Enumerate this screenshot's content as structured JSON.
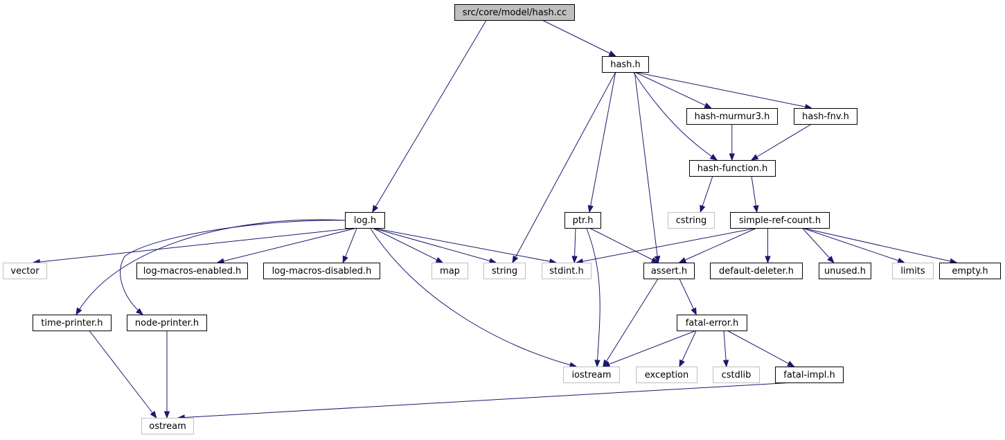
{
  "diagram": {
    "nodes": [
      {
        "id": "hash_cc",
        "label": "src/core/model/hash.cc",
        "kind": "root"
      },
      {
        "id": "hash_h",
        "label": "hash.h",
        "kind": "project"
      },
      {
        "id": "log_h",
        "label": "log.h",
        "kind": "project"
      },
      {
        "id": "hash_murmur3_h",
        "label": "hash-murmur3.h",
        "kind": "project"
      },
      {
        "id": "hash_fnv_h",
        "label": "hash-fnv.h",
        "kind": "project"
      },
      {
        "id": "hash_function_h",
        "label": "hash-function.h",
        "kind": "project"
      },
      {
        "id": "cstring",
        "label": "cstring",
        "kind": "external"
      },
      {
        "id": "simple_ref_count_h",
        "label": "simple-ref-count.h",
        "kind": "project"
      },
      {
        "id": "ptr_h",
        "label": "ptr.h",
        "kind": "project"
      },
      {
        "id": "vector",
        "label": "vector",
        "kind": "external"
      },
      {
        "id": "log_macros_enabled_h",
        "label": "log-macros-enabled.h",
        "kind": "project"
      },
      {
        "id": "log_macros_disabled_h",
        "label": "log-macros-disabled.h",
        "kind": "project"
      },
      {
        "id": "map",
        "label": "map",
        "kind": "external"
      },
      {
        "id": "string",
        "label": "string",
        "kind": "external"
      },
      {
        "id": "stdint_h",
        "label": "stdint.h",
        "kind": "external"
      },
      {
        "id": "assert_h",
        "label": "assert.h",
        "kind": "project"
      },
      {
        "id": "default_deleter_h",
        "label": "default-deleter.h",
        "kind": "project"
      },
      {
        "id": "unused_h",
        "label": "unused.h",
        "kind": "project"
      },
      {
        "id": "limits",
        "label": "limits",
        "kind": "external"
      },
      {
        "id": "empty_h",
        "label": "empty.h",
        "kind": "project"
      },
      {
        "id": "time_printer_h",
        "label": "time-printer.h",
        "kind": "project"
      },
      {
        "id": "node_printer_h",
        "label": "node-printer.h",
        "kind": "project"
      },
      {
        "id": "fatal_error_h",
        "label": "fatal-error.h",
        "kind": "project"
      },
      {
        "id": "iostream",
        "label": "iostream",
        "kind": "external"
      },
      {
        "id": "exception",
        "label": "exception",
        "kind": "external"
      },
      {
        "id": "cstdlib",
        "label": "cstdlib",
        "kind": "external"
      },
      {
        "id": "fatal_impl_h",
        "label": "fatal-impl.h",
        "kind": "project"
      },
      {
        "id": "ostream",
        "label": "ostream",
        "kind": "external"
      }
    ],
    "edges": [
      {
        "from": "hash_cc",
        "to": "hash_h"
      },
      {
        "from": "hash_cc",
        "to": "log_h"
      },
      {
        "from": "hash_h",
        "to": "hash_murmur3_h"
      },
      {
        "from": "hash_h",
        "to": "hash_fnv_h"
      },
      {
        "from": "hash_h",
        "to": "hash_function_h"
      },
      {
        "from": "hash_h",
        "to": "string"
      },
      {
        "from": "hash_h",
        "to": "ptr_h"
      },
      {
        "from": "hash_h",
        "to": "assert_h"
      },
      {
        "from": "hash_murmur3_h",
        "to": "hash_function_h"
      },
      {
        "from": "hash_fnv_h",
        "to": "hash_function_h"
      },
      {
        "from": "hash_function_h",
        "to": "cstring"
      },
      {
        "from": "hash_function_h",
        "to": "simple_ref_count_h"
      },
      {
        "from": "simple_ref_count_h",
        "to": "stdint_h"
      },
      {
        "from": "simple_ref_count_h",
        "to": "assert_h"
      },
      {
        "from": "simple_ref_count_h",
        "to": "default_deleter_h"
      },
      {
        "from": "simple_ref_count_h",
        "to": "unused_h"
      },
      {
        "from": "simple_ref_count_h",
        "to": "limits"
      },
      {
        "from": "simple_ref_count_h",
        "to": "empty_h"
      },
      {
        "from": "ptr_h",
        "to": "stdint_h"
      },
      {
        "from": "ptr_h",
        "to": "assert_h"
      },
      {
        "from": "ptr_h",
        "to": "iostream"
      },
      {
        "from": "log_h",
        "to": "vector"
      },
      {
        "from": "log_h",
        "to": "log_macros_enabled_h"
      },
      {
        "from": "log_h",
        "to": "log_macros_disabled_h"
      },
      {
        "from": "log_h",
        "to": "map"
      },
      {
        "from": "log_h",
        "to": "string"
      },
      {
        "from": "log_h",
        "to": "stdint_h"
      },
      {
        "from": "log_h",
        "to": "time_printer_h"
      },
      {
        "from": "log_h",
        "to": "node_printer_h"
      },
      {
        "from": "log_h",
        "to": "iostream"
      },
      {
        "from": "assert_h",
        "to": "iostream"
      },
      {
        "from": "assert_h",
        "to": "fatal_error_h"
      },
      {
        "from": "fatal_error_h",
        "to": "iostream"
      },
      {
        "from": "fatal_error_h",
        "to": "exception"
      },
      {
        "from": "fatal_error_h",
        "to": "cstdlib"
      },
      {
        "from": "fatal_error_h",
        "to": "fatal_impl_h"
      },
      {
        "from": "time_printer_h",
        "to": "ostream"
      },
      {
        "from": "node_printer_h",
        "to": "ostream"
      },
      {
        "from": "fatal_impl_h",
        "to": "ostream"
      }
    ]
  }
}
